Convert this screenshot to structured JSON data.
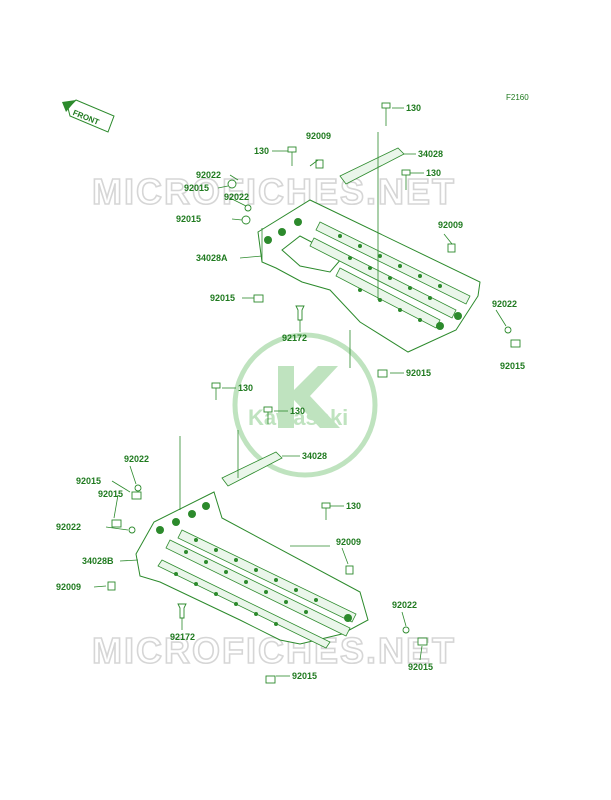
{
  "figure_code": "F2160",
  "front_marker": "FRONT",
  "watermark": "MICROFICHES.NET",
  "logo_text": "Kawasaki",
  "colors": {
    "line": "#2c8a2c",
    "label": "#1f7a1f",
    "watermark": "#d6d6d6",
    "logo": "#bfe3bf"
  },
  "labels": {
    "upper": [
      "130",
      "92009",
      "130",
      "34028",
      "130",
      "92022",
      "92015",
      "92022",
      "92015",
      "34028A",
      "92009",
      "92015",
      "92172",
      "92022",
      "92015",
      "92015"
    ],
    "lower": [
      "130",
      "130",
      "34028",
      "92022",
      "92015",
      "92015",
      "92022",
      "34028B",
      "92009",
      "130",
      "92009",
      "92172",
      "92022",
      "92015",
      "92015"
    ]
  }
}
